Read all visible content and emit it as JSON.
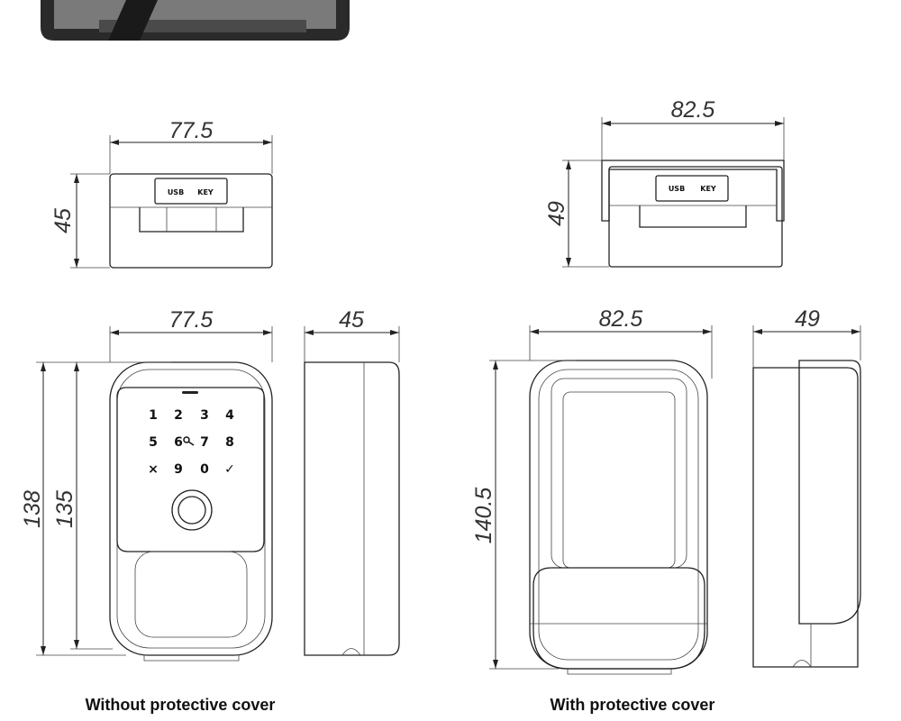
{
  "dimensions": {
    "top_left_width": "77.5",
    "top_left_depth": "45",
    "top_right_width": "82.5",
    "top_right_depth": "49",
    "front_left_width": "77.5",
    "side_left_depth": "45",
    "left_height_outer": "138",
    "left_height_inner": "135",
    "front_right_width": "82.5",
    "side_right_depth": "49",
    "right_height": "140.5"
  },
  "ports": {
    "usb": "USB",
    "key": "KEY"
  },
  "keypad": [
    "1",
    "2",
    "3",
    "4",
    "5",
    "6",
    "7",
    "8",
    "×",
    "9",
    "0",
    "✓"
  ],
  "captions": {
    "left": "Without protective cover",
    "right": "With protective cover"
  }
}
